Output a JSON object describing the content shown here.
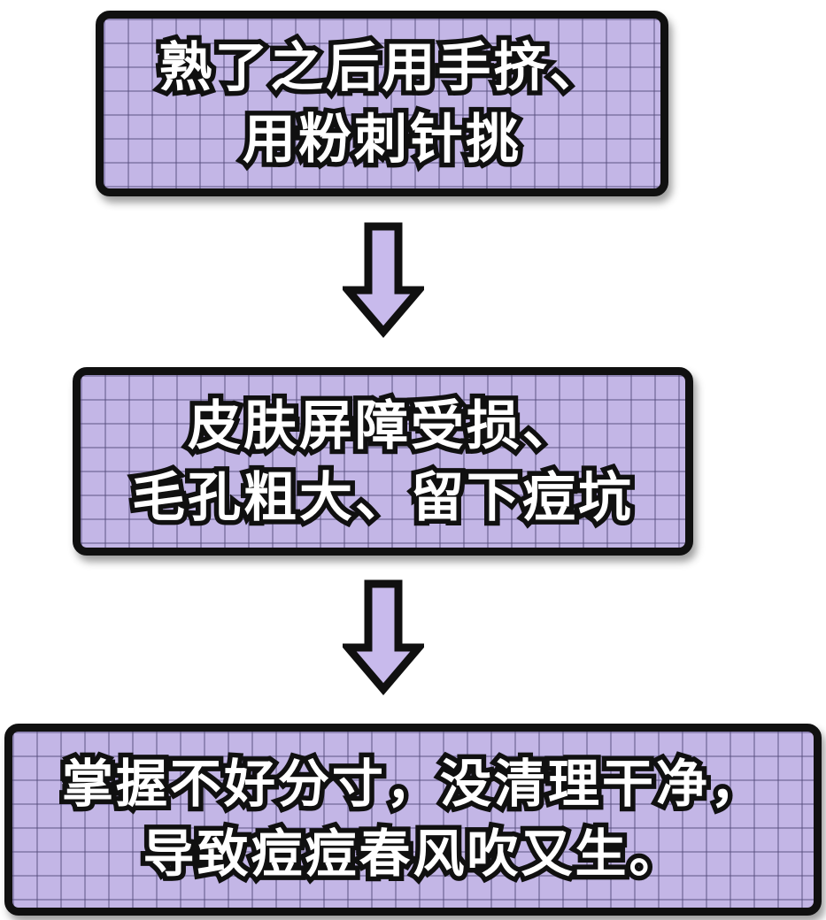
{
  "colors": {
    "box_fill": "#c3b6e6",
    "grid_line": "rgba(82,74,122,0.45)",
    "border": "#101010",
    "arrow_fill": "#c8baec",
    "text_fill": "#ffffff",
    "text_outline": "#101010",
    "page_background": "#ffffff"
  },
  "flowchart": {
    "steps": [
      {
        "id": "step-1",
        "line1": "熟了之后用手挤、",
        "line2": "用粉刺针挑"
      },
      {
        "id": "step-2",
        "line1": "皮肤屏障受损、",
        "line2": "毛孔粗大、留下痘坑"
      },
      {
        "id": "step-3",
        "line1": "掌握不好分寸，没清理干净，",
        "line2": "导致痘痘春风吹又生。"
      }
    ],
    "arrows": [
      {
        "name": "arrow-down-1"
      },
      {
        "name": "arrow-down-2"
      }
    ]
  }
}
